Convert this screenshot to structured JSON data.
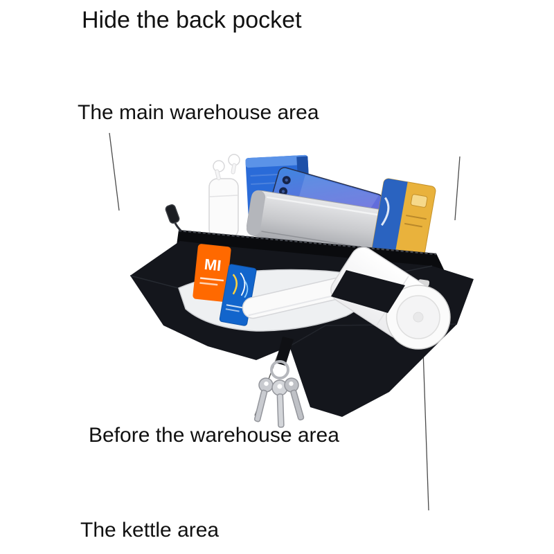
{
  "annotations": {
    "title": "Hide the back pocket",
    "main_warehouse_label": "The main warehouse area",
    "before_warehouse_label": "Before the warehouse area",
    "kettle_label": "The kettle area"
  },
  "illustration": {
    "xiaomi_logo": "MI",
    "depicted_items": [
      "wireless-earbuds",
      "blue-box",
      "smartphone",
      "power-bank",
      "bank-card",
      "xiaomi-card",
      "blue-ticket",
      "white-pen",
      "water-bottle",
      "keys"
    ],
    "colors": {
      "bag_black": "#14161c",
      "pocket_white": "#eef0f2",
      "xiaomi_orange": "#ff6900",
      "ticket_blue": "#1265cc",
      "box_blue": "#2a6bd8",
      "card_blue": "#2a63c0",
      "card_yellow": "#e9b23c",
      "powerbank_silver": "#c9cacd",
      "leader_line": "#4a4a4a"
    }
  }
}
